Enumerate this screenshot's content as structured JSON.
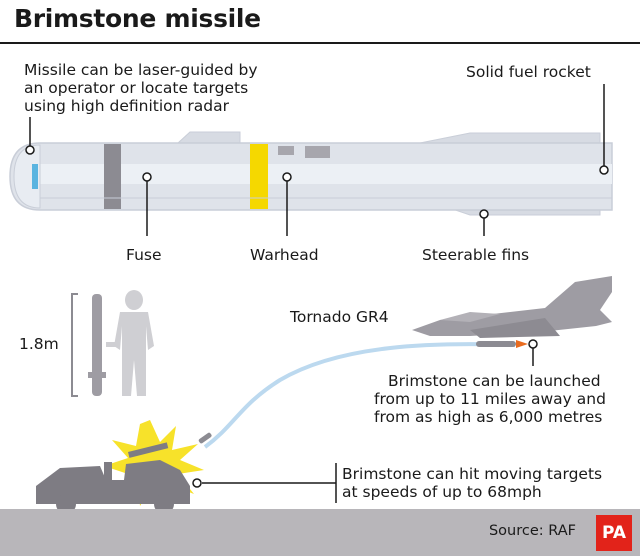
{
  "title": "Brimstone missile",
  "labels": {
    "guidance_line1": "Missile can be laser-guided by",
    "guidance_line2": "an operator or locate targets",
    "guidance_line3": "using high definition radar",
    "rocket": "Solid fuel rocket",
    "fuse": "Fuse",
    "warhead": "Warhead",
    "fins": "Steerable fins",
    "scale": "1.8m",
    "aircraft": "Tornado GR4",
    "launch_line1": "Brimstone can be launched",
    "launch_line2": "from up to 11 miles away and",
    "launch_line3": "from as high as 6,000 metres",
    "target_line1": "Brimstone can hit moving targets",
    "target_line2": "at speeds of up to 68mph"
  },
  "source": "Source: RAF",
  "logo": "PA",
  "colors": {
    "missile_body": "#dfe3ea",
    "missile_shade": "#c9ced8",
    "fuse_band": "#8c8b92",
    "warhead_band": "#f5d800",
    "seeker": "#5ab4e0",
    "aircraft": "#9e9ca3",
    "ground": "#b8b6ba",
    "flight_path": "#bcd9ef",
    "explosion": "#f7e22a",
    "logo_bg": "#e2231a"
  }
}
